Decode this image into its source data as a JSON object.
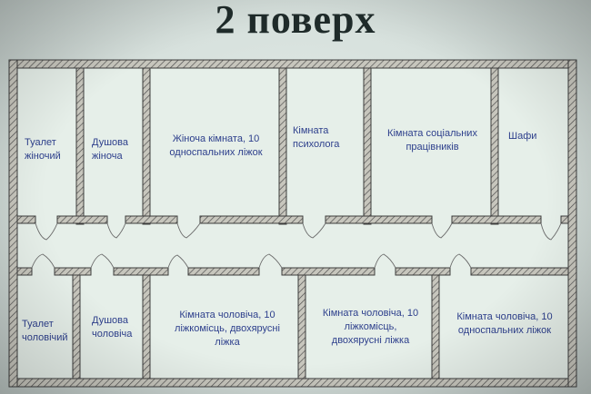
{
  "title": "2 поверх",
  "rooms": {
    "toilet_female": "Туалет жіночий",
    "shower_female": "Душова жіноча",
    "women_room": "Жіноча кімната, 10 односпальних ліжок",
    "psychologist_room": "Кімната психолога",
    "social_workers_room": "Кімната соціальних працівників",
    "wardrobes": "Шафи",
    "toilet_male": "Туалет чоловічий",
    "shower_male": "Душова чоловіча",
    "men_room_1": "Кімната чоловіча, 10 ліжкомісць, двохярусні ліжка",
    "men_room_2": "Кімната чоловіча, 10 ліжкомісць, двохярусні ліжка",
    "men_room_3": "Кімната чоловіча, 10 односпальних ліжок"
  },
  "colors": {
    "wall": "#4a4a4a",
    "hatch": "#bdbdb5",
    "label": "#2d3f8c"
  }
}
